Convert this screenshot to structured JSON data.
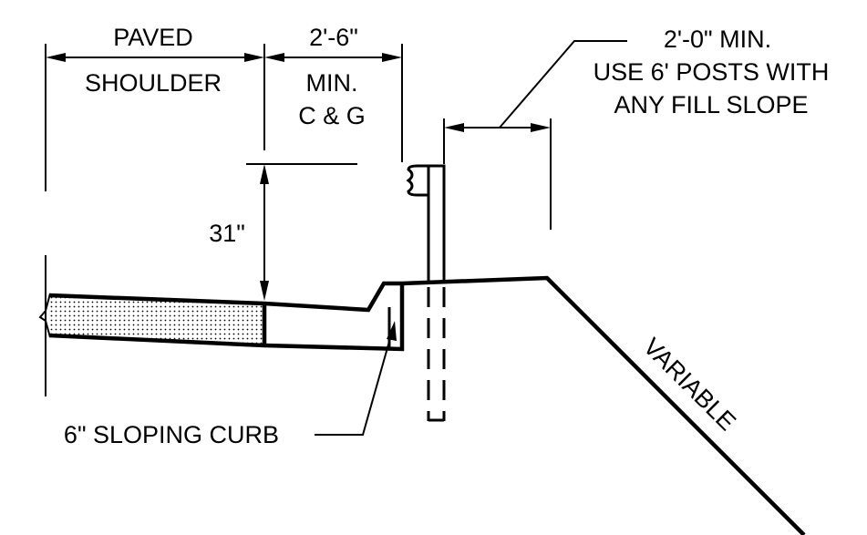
{
  "diagram": {
    "labels": {
      "paved": "PAVED",
      "shoulder": "SHOULDER",
      "curb_width": "2'-6\"",
      "curb_min": "MIN.",
      "curb_cg": "C & G",
      "rail_height": "31\"",
      "offset_line1": "2'-0\" MIN.",
      "offset_line2": "USE 6' POSTS WITH",
      "offset_line3": "ANY FILL SLOPE",
      "slope": "VARIABLE",
      "curb_type": "6\" SLOPING CURB"
    },
    "colors": {
      "ink": "#000000",
      "background": "#ffffff"
    }
  }
}
